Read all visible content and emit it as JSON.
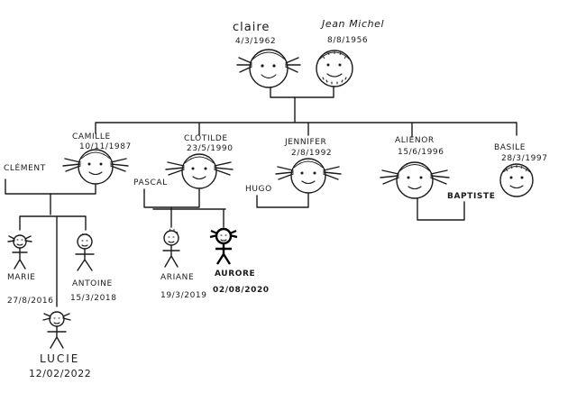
{
  "people": {
    "claire": {
      "name": "claire",
      "date": "4/3/1962"
    },
    "jean_michel": {
      "name": "Jean Michel",
      "date": "8/8/1956"
    },
    "camille": {
      "name": "CAMILLE",
      "date": "10/11/1987"
    },
    "clotilde": {
      "name": "CLOTILDE",
      "date": "23/5/1990"
    },
    "jennifer": {
      "name": "JENNIFER",
      "date": "2/8/1992"
    },
    "alienor": {
      "name": "ALIENOR",
      "date": "15/6/1996"
    },
    "basile": {
      "name": "BASILE",
      "date": "28/3/1997"
    },
    "clement": {
      "name": "CLÉMENT"
    },
    "pascal": {
      "name": "PASCAL"
    },
    "hugo": {
      "name": "HUGO"
    },
    "baptiste": {
      "name": "BAPTISTE"
    },
    "marie": {
      "name": "MARIE",
      "date": "27/8/2016"
    },
    "antoine": {
      "name": "ANTOINE",
      "date": "15/3/2018"
    },
    "ariane": {
      "name": "ARIANE",
      "date": "19/3/2019"
    },
    "aurore": {
      "name": "AURORE",
      "date": "02/08/2020"
    },
    "lucie": {
      "name": "LUCIE",
      "date": "12/02/2022"
    }
  }
}
